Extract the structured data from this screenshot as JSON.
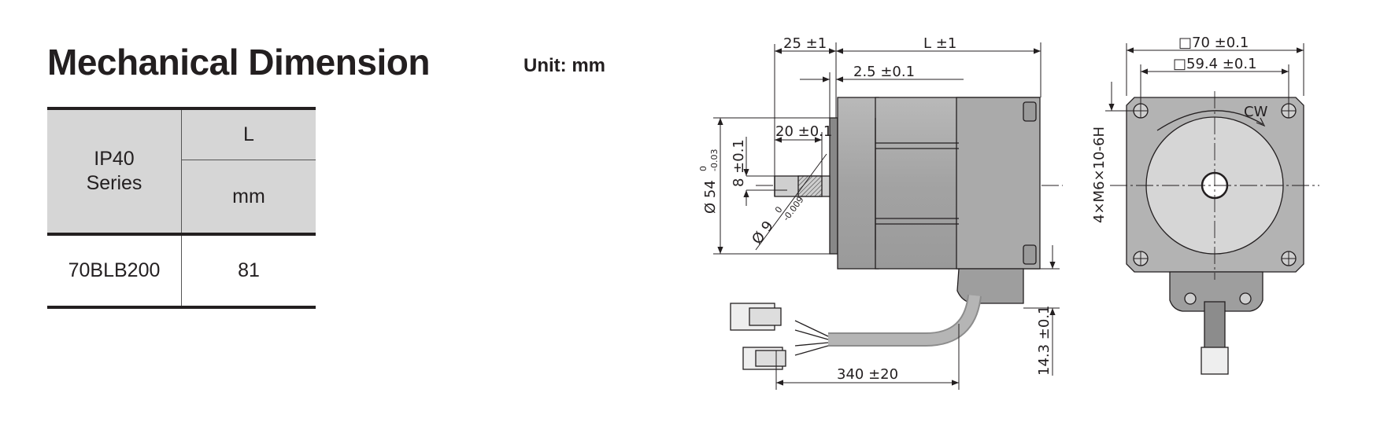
{
  "header": {
    "title": "Mechanical Dimension",
    "unit": "Unit: mm"
  },
  "table": {
    "series_label": "IP40\nSeries",
    "col_label": "L",
    "col_unit": "mm",
    "rows": [
      {
        "model": "70BLB200",
        "l": "81"
      }
    ]
  },
  "drawing": {
    "dim_25": "25 ±1",
    "dim_L": "L ±1",
    "dim_2_5": "2.5 ±0.1",
    "dim_20": "20 ±0.1",
    "dim_8": "8 ±0.1",
    "dim_54": "Ø 54",
    "dim_54_tol_upper": "0",
    "dim_54_tol_lower": "-0.03",
    "dim_9": "Ø 9",
    "dim_9_tol_upper": "0",
    "dim_9_tol_lower": "-0.009",
    "dim_340": "340 ±20",
    "dim_14_3": "14.3 ±0.1",
    "dim_70": "□70 ±0.1",
    "dim_59_4": "□59.4 ±0.1",
    "dim_holes": "4×M6×10-6H",
    "cw_label": "CW"
  },
  "colors": {
    "body": "#a9a9a9",
    "face": "#d4d4d4",
    "line": "#231f20",
    "header_bg": "#d6d6d6"
  }
}
